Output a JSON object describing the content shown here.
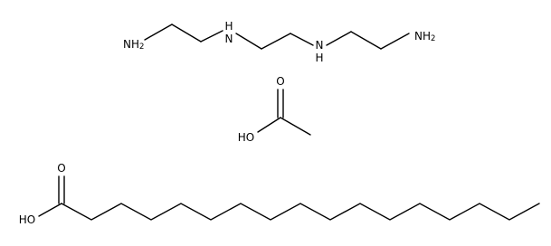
{
  "molecules": [
    {
      "id": "triethylenetetramine",
      "labels": {
        "nh2_left": "NH",
        "nh2_left_sub": "2",
        "nh_1": "H",
        "nh_1_n": "N",
        "nh_2": "H",
        "nh_2_n": "N",
        "nh2_right": "NH",
        "nh2_right_sub": "2"
      }
    },
    {
      "id": "acetic-acid",
      "labels": {
        "o": "O",
        "ho": "HO"
      }
    },
    {
      "id": "palmitic-acid",
      "labels": {
        "o": "O",
        "ho": "HO"
      }
    }
  ]
}
